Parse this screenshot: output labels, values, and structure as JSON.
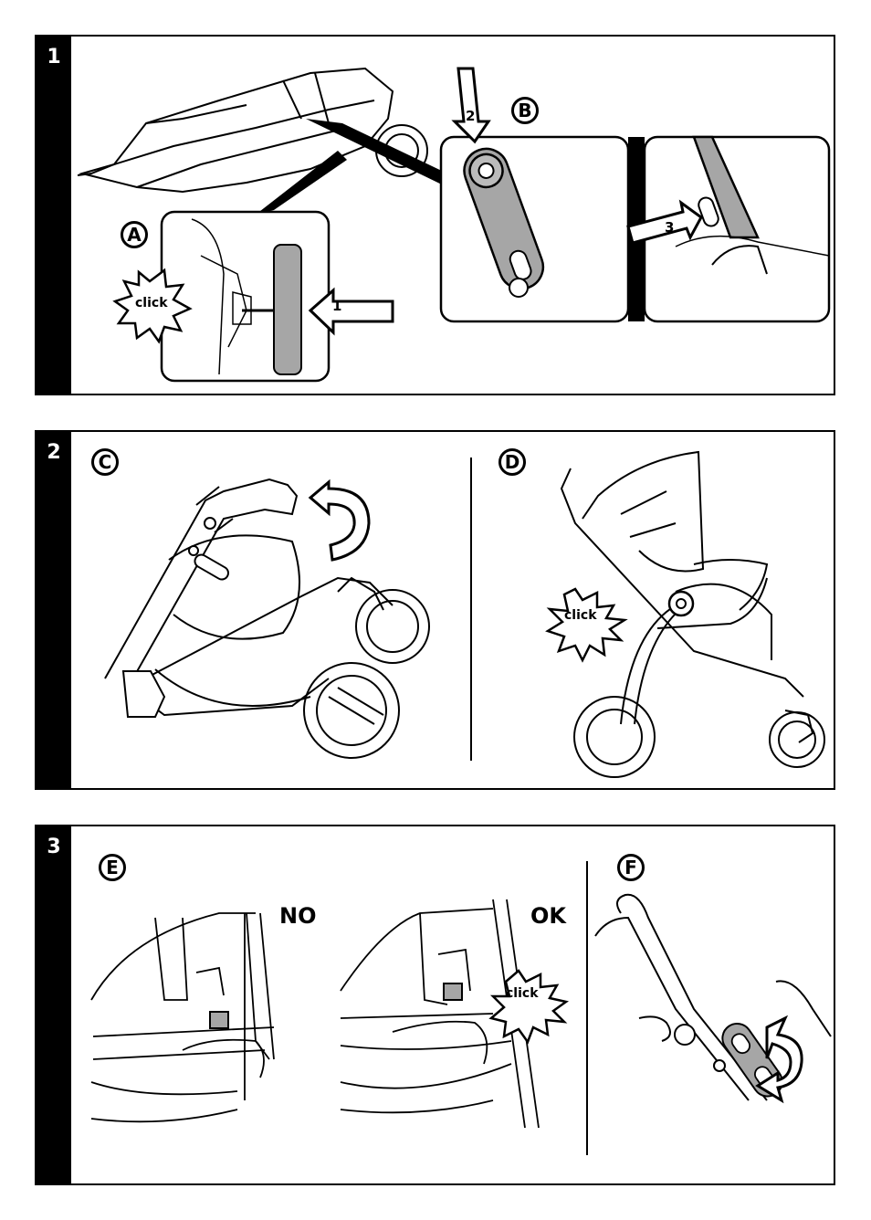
{
  "steps": [
    {
      "number": "1",
      "callouts": {
        "a": "A",
        "b": "B"
      },
      "arrows": {
        "one": "1",
        "two": "2",
        "three": "3"
      },
      "sound": "click"
    },
    {
      "number": "2",
      "callouts": {
        "c": "C",
        "d": "D"
      },
      "sound": "click"
    },
    {
      "number": "3",
      "callouts": {
        "e": "E",
        "f": "F"
      },
      "status": {
        "no": "NO",
        "ok": "OK"
      },
      "sound": "click"
    }
  ],
  "colors": {
    "ink": "#000000",
    "accent_gray": "#a6a6a6",
    "paper": "#ffffff"
  }
}
